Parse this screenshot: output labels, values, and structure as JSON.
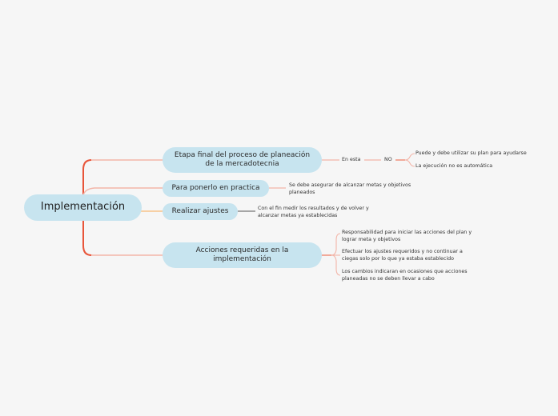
{
  "map": {
    "root": {
      "label": "Implementación"
    },
    "branches": [
      {
        "label": "Etapa final del proceso de planeación de la mercadotecnia",
        "line1": "Etapa final del proceso de planeación",
        "line2": "de la mercadotecnia",
        "chain": [
          {
            "label": "En esta"
          },
          {
            "label": "NO"
          }
        ],
        "children": [
          {
            "label": "Puede y debe utilizar su plan para ayudarse"
          },
          {
            "label": "La ejecución no es automática"
          }
        ]
      },
      {
        "label": "Para ponerlo en practica",
        "children": [
          {
            "line1": "Se debe asegurar de alcanzar metas y objetivos",
            "line2": "planeados"
          }
        ]
      },
      {
        "label": "Realizar ajustes",
        "children": [
          {
            "line1": "Con el fin medir los resultados y de volver y",
            "line2": "alcanzar metas ya establecidas"
          }
        ]
      },
      {
        "label": "Acciones requeridas en la implementación",
        "line1": "Acciones requeridas en la",
        "line2": "implementación",
        "children": [
          {
            "line1": "Responsabilidad para iniciar las acciones del plan y",
            "line2": "lograr meta y objetivos"
          },
          {
            "line1": "Efectuar los ajustes requeridos y no continuar a",
            "line2": "ciegas solo por lo que ya estaba establecido"
          },
          {
            "line1": "Los cambios indicaran en ocasiones que acciones",
            "line2": "planeadas no se deben llevar a cabo"
          }
        ]
      }
    ]
  },
  "colors": {
    "background": "#f6f6f6",
    "node_fill": "#c7e4ef",
    "trunk_line": "#e8553a",
    "branch_line": "#f3b5a8",
    "branch3_line": "#f7c48a",
    "leaf_line_dark": "#555555"
  }
}
